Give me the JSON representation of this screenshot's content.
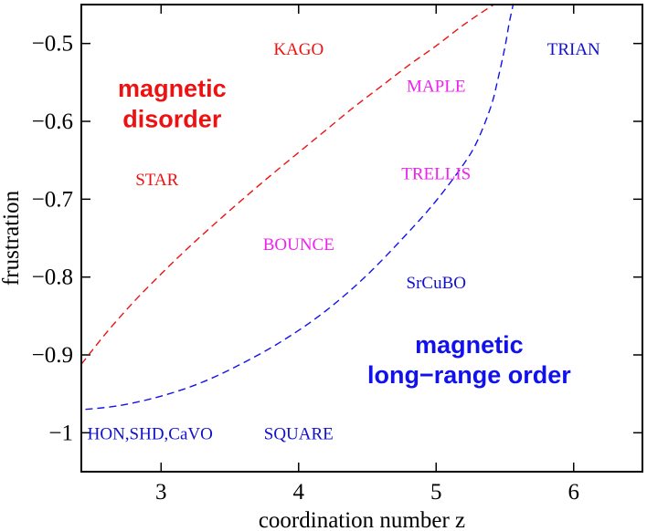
{
  "chart_data": {
    "type": "line",
    "title": "",
    "xlabel": "coordination number z",
    "ylabel": "frustration",
    "xlim": [
      2.42,
      6.5
    ],
    "ylim": [
      -1.05,
      -0.45
    ],
    "xticks": [
      3,
      4,
      5,
      6
    ],
    "xtick_labels": [
      "3",
      "4",
      "5",
      "6"
    ],
    "yticks": [
      -1.0,
      -0.9,
      -0.8,
      -0.7,
      -0.6,
      -0.5
    ],
    "ytick_labels": [
      "−1",
      "−0.9",
      "−0.8",
      "−0.7",
      "−0.6",
      "−0.5"
    ],
    "grid": false,
    "series": [
      {
        "color": "#ee1111",
        "style": "dashed",
        "x": [
          2.42,
          2.6,
          2.8,
          3.0,
          3.2,
          3.4,
          3.6,
          3.8,
          4.0,
          4.2,
          4.4,
          4.6,
          4.8,
          5.0,
          5.2,
          5.35,
          5.42
        ],
        "y": [
          -0.912,
          -0.872,
          -0.832,
          -0.796,
          -0.762,
          -0.73,
          -0.699,
          -0.669,
          -0.64,
          -0.611,
          -0.582,
          -0.555,
          -0.528,
          -0.503,
          -0.476,
          -0.458,
          -0.45
        ]
      },
      {
        "color": "#1111ee",
        "style": "dashed",
        "x": [
          2.45,
          2.7,
          3.0,
          3.3,
          3.6,
          3.9,
          4.2,
          4.5,
          4.8,
          5.0,
          5.2,
          5.3,
          5.4,
          5.45,
          5.5,
          5.53,
          5.56
        ],
        "y": [
          -0.97,
          -0.965,
          -0.953,
          -0.935,
          -0.91,
          -0.88,
          -0.843,
          -0.797,
          -0.742,
          -0.702,
          -0.655,
          -0.625,
          -0.58,
          -0.545,
          -0.505,
          -0.475,
          -0.45
        ]
      }
    ],
    "annotations": [
      {
        "text": "KAGO",
        "x": 4.0,
        "y": -0.506,
        "color": "#ee1111",
        "kind": "point"
      },
      {
        "text": "STAR",
        "x": 2.97,
        "y": -0.674,
        "color": "#ee1111",
        "kind": "point"
      },
      {
        "text": "MAPLE",
        "x": 5.0,
        "y": -0.554,
        "color": "#ee22ee",
        "kind": "point"
      },
      {
        "text": "TRELLIS",
        "x": 5.0,
        "y": -0.666,
        "color": "#ee22ee",
        "kind": "point"
      },
      {
        "text": "BOUNCE",
        "x": 4.0,
        "y": -0.757,
        "color": "#ee22ee",
        "kind": "point"
      },
      {
        "text": "TRIAN",
        "x": 6.0,
        "y": -0.506,
        "color": "#1111cc",
        "kind": "point"
      },
      {
        "text": "SrCuBO",
        "x": 5.0,
        "y": -0.806,
        "color": "#1111cc",
        "kind": "point"
      },
      {
        "text": "HON,SHD,CaVO",
        "x": 2.92,
        "y": -1.0,
        "color": "#1111cc",
        "kind": "point"
      },
      {
        "text": "SQUARE",
        "x": 4.0,
        "y": -1.0,
        "color": "#1111cc",
        "kind": "point"
      },
      {
        "text": "magnetic",
        "x": 3.08,
        "y": -0.558,
        "color": "#ee1111",
        "kind": "region"
      },
      {
        "text": "disorder",
        "x": 3.08,
        "y": -0.597,
        "color": "#ee1111",
        "kind": "region"
      },
      {
        "text": "magnetic",
        "x": 5.24,
        "y": -0.887,
        "color": "#1111ee",
        "kind": "region"
      },
      {
        "text": "long−range order",
        "x": 5.24,
        "y": -0.926,
        "color": "#1111ee",
        "kind": "region"
      }
    ]
  }
}
